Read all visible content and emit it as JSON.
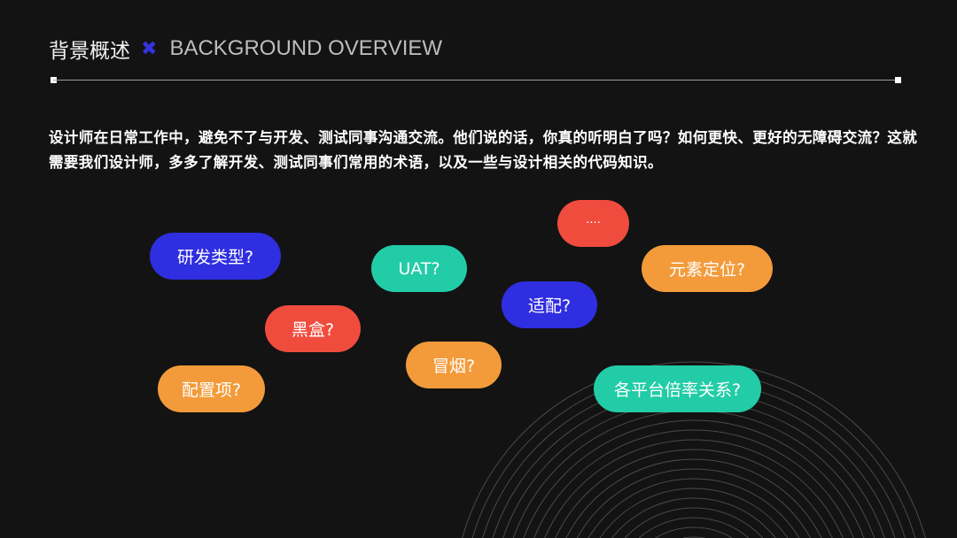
{
  "header": {
    "title_cn": "背景概述",
    "separator_icon": "cross-icon",
    "title_en": "BACKGROUND OVERVIEW"
  },
  "intro": "设计师在日常工作中，避免不了与开发、测试同事沟通交流。他们说的话，你真的听明白了吗？如何更快、更好的无障碍交流？这就需要我们设计师，多多了解开发、测试同事们常用的术语，以及一些与设计相关的代码知识。",
  "colors": {
    "blue": "#2f2ee0",
    "red": "#f04c3e",
    "green": "#22cca7",
    "orange": "#f39b3a",
    "accent": "#3532e0"
  },
  "bubbles": [
    {
      "label": "研发类型?",
      "color": "#2f2ee0"
    },
    {
      "label": "UAT?",
      "color": "#22cca7"
    },
    {
      "label": "....",
      "color": "#f04c3e"
    },
    {
      "label": "元素定位?",
      "color": "#f39b3a"
    },
    {
      "label": "适配?",
      "color": "#2f2ee0"
    },
    {
      "label": "黑盒?",
      "color": "#f04c3e"
    },
    {
      "label": "冒烟?",
      "color": "#f39b3a"
    },
    {
      "label": "配置项?",
      "color": "#f39b3a"
    },
    {
      "label": "各平台倍率关系?",
      "color": "#22cca7"
    }
  ]
}
